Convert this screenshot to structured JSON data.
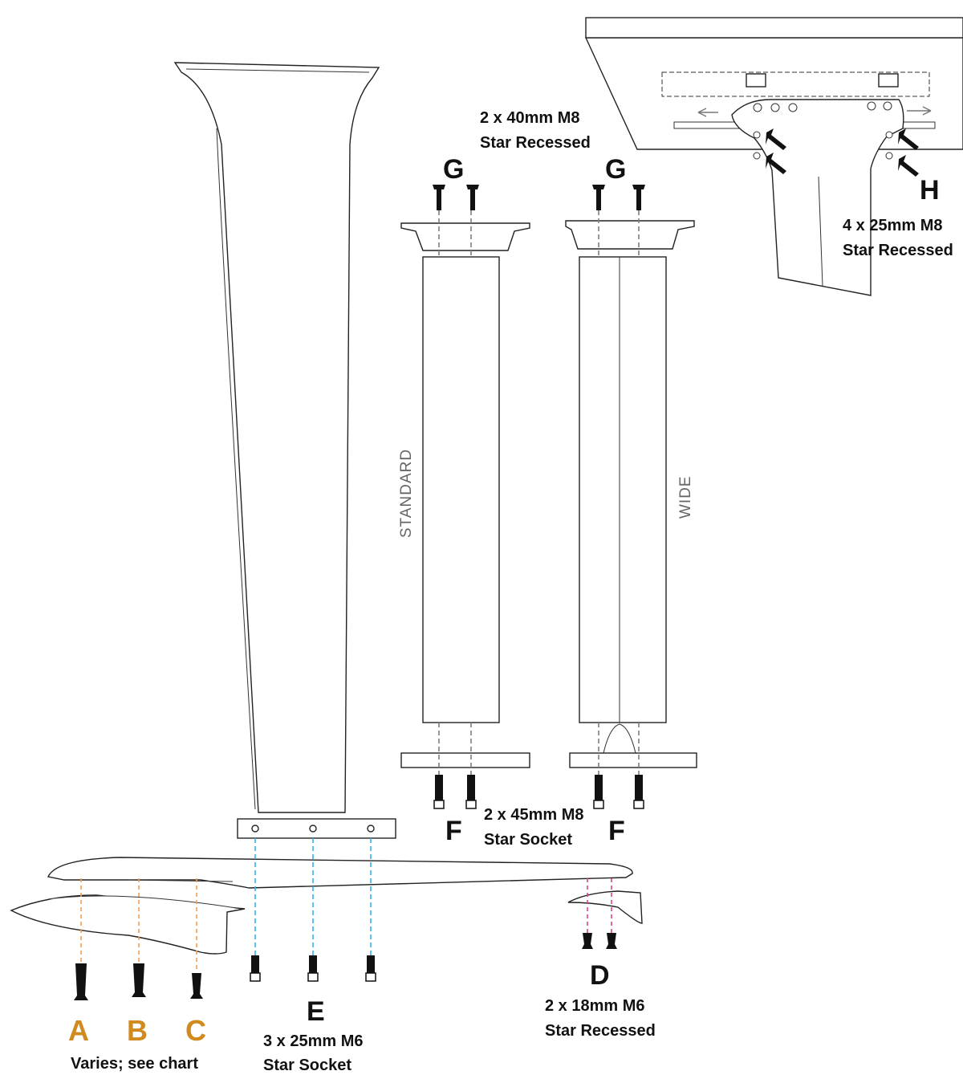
{
  "labels": {
    "A": "A",
    "B": "B",
    "C": "C",
    "D": "D",
    "E": "E",
    "F": "F",
    "G": "G",
    "H": "H"
  },
  "specs": {
    "g_line1": "2 x 40mm M8",
    "g_line2": "Star Recessed",
    "h_line1": "4 x 25mm M8",
    "h_line2": "Star Recessed",
    "f_line1": "2 x 45mm M8",
    "f_line2": "Star Socket",
    "e_line1": "3 x 25mm M6",
    "e_line2": "Star Socket",
    "d_line1": "2 x 18mm M6",
    "d_line2": "Star Recessed",
    "abc_note": "Varies; see chart"
  },
  "mast_types": {
    "standard": "STANDARD",
    "wide": "WIDE"
  },
  "colors": {
    "abc_label": "#d08a1e",
    "e_guides": "#33b5e5",
    "d_guides": "#e0408a",
    "abc_guides": "#f0a050",
    "fg_guides": "#7f7f7f"
  }
}
